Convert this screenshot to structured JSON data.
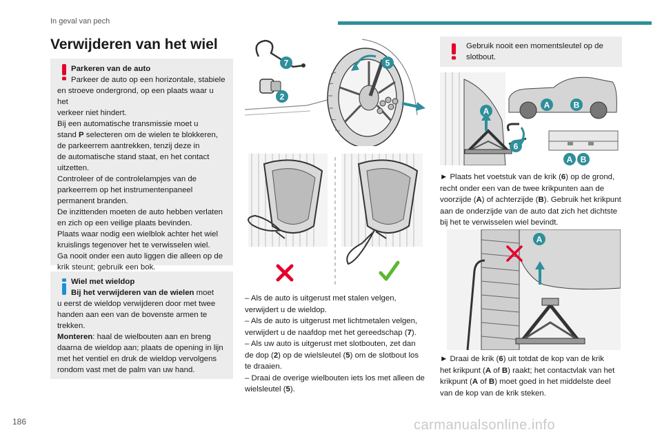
{
  "header": {
    "section": "In geval van pech"
  },
  "page": {
    "number": "186",
    "watermark": "carmanualsonline.info"
  },
  "title": "Verwijderen van het wiel",
  "warning_parking": {
    "heading": "Parkeren van de auto",
    "lines": [
      "Parkeer de auto op een horizontale, stabiele",
      "en stroeve ondergrond, op een plaats waar u het",
      "verkeer niet hindert.",
      "Bij een automatische transmissie moet u",
      "de parkeerrem aantrekken, tenzij deze in",
      "de automatische stand staat, en het contact",
      "uitzetten.",
      "Controleer of de controlelampjes van de",
      "parkeerrem op het instrumentenpaneel",
      "permanent branden.",
      "De inzittenden moeten de auto hebben verlaten",
      "en zich op een veilige plaats bevinden.",
      "Plaats waar nodig een wielblok achter het wiel",
      "kruislings tegenover het te verwisselen wiel.",
      "Ga nooit onder een auto liggen die alleen op de",
      "krik steunt; gebruik een bok."
    ],
    "stand_line": {
      "pre": "stand ",
      "bold": "P",
      "post": " selecteren om de wielen te blokkeren,"
    }
  },
  "info_hubcap": {
    "heading": "Wiel met wieldop",
    "line1_bold": "Bij het verwijderen van de wielen",
    "line1_rest": " moet",
    "lines": [
      "u eerst de wieldop verwijderen door met twee",
      "handen aan een van de bovenste armen te",
      "trekken."
    ],
    "mount_bold": "Monteren",
    "mount_rest": ": haal de wielbouten aan en breng",
    "mount_lines": [
      "daarna de wieldop aan; plaats de opening in lijn",
      "met het ventiel en druk de wieldop vervolgens",
      "rondom vast met de palm van uw hand."
    ]
  },
  "figure_labels": {
    "seven": "7",
    "five": "5",
    "two": "2",
    "six": "6",
    "A": "A",
    "B": "B"
  },
  "middle_text": [
    {
      "segs": [
        [
          "– Als de auto is uitgerust met stalen velgen,",
          0
        ]
      ]
    },
    {
      "segs": [
        [
          "verwijdert u de wieldop.",
          0
        ]
      ]
    },
    {
      "segs": [
        [
          "– Als de auto is uitgerust met lichtmetalen velgen,",
          0
        ]
      ]
    },
    {
      "segs": [
        [
          "verwijdert u de naafdop met het gereedschap (",
          0
        ],
        [
          "7",
          1
        ],
        [
          ").",
          0
        ]
      ]
    },
    {
      "segs": [
        [
          "– Als uw auto is uitgerust met slotbouten, zet dan",
          0
        ]
      ]
    },
    {
      "segs": [
        [
          "de dop (",
          0
        ],
        [
          "2",
          1
        ],
        [
          ") op de wielsleutel (",
          0
        ],
        [
          "5",
          1
        ],
        [
          ") om de slotbout los",
          0
        ]
      ]
    },
    {
      "segs": [
        [
          "te draaien.",
          0
        ]
      ]
    },
    {
      "segs": [
        [
          "– Draai de overige wielbouten iets los met alleen de",
          0
        ]
      ]
    },
    {
      "segs": [
        [
          "wielsleutel (",
          0
        ],
        [
          "5",
          1
        ],
        [
          ").",
          0
        ]
      ]
    }
  ],
  "warning_torque": {
    "lines": [
      "Gebruik nooit een momentsleutel op de",
      "slotbout."
    ]
  },
  "right_text1": [
    {
      "segs": [
        [
          "► Plaats het voetstuk van de krik (",
          0
        ],
        [
          "6",
          1
        ],
        [
          ") op de grond,",
          0
        ]
      ]
    },
    {
      "segs": [
        [
          "recht onder een van de twee krikpunten aan de",
          0
        ]
      ]
    },
    {
      "segs": [
        [
          "voorzijde (",
          0
        ],
        [
          "A",
          1
        ],
        [
          ") of achterzijde (",
          0
        ],
        [
          "B",
          1
        ],
        [
          "). Gebruik het krikpunt",
          0
        ]
      ]
    },
    {
      "segs": [
        [
          "aan de onderzijde van de auto dat zich het dichtste",
          0
        ]
      ]
    },
    {
      "segs": [
        [
          "bij het te verwisselen wiel bevindt.",
          0
        ]
      ]
    }
  ],
  "right_text2": [
    {
      "segs": [
        [
          "► Draai de krik (",
          0
        ],
        [
          "6",
          1
        ],
        [
          ") uit totdat de kop van de krik",
          0
        ]
      ]
    },
    {
      "segs": [
        [
          "het krikpunt (",
          0
        ],
        [
          "A",
          1
        ],
        [
          " of ",
          0
        ],
        [
          "B",
          1
        ],
        [
          ") raakt; het contactvlak van het",
          0
        ]
      ]
    },
    {
      "segs": [
        [
          "krikpunt (",
          0
        ],
        [
          "A",
          1
        ],
        [
          " of ",
          0
        ],
        [
          "B",
          1
        ],
        [
          ") moet goed in het middelste deel",
          0
        ]
      ]
    },
    {
      "segs": [
        [
          "van de kop van de krik steken.",
          0
        ]
      ]
    }
  ],
  "colors": {
    "teal": "#2e8f9a",
    "warn_red": "#e4002b",
    "info_blue": "#1f8fd6",
    "ok_green": "#5cb82e",
    "bg_box": "#ececec"
  }
}
